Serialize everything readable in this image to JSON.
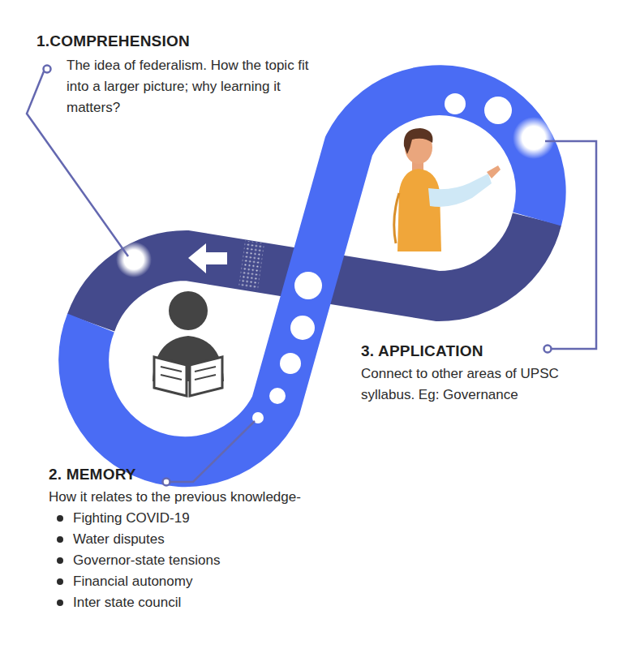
{
  "diagram": {
    "labels": [
      "1.COMPREHENSION",
      "The idea of federalism. How the topic fit into a larger picture; why learning it matters?",
      "3. APPLICATION",
      "Connect to other areas of UPSC syllabus. Eg: Governance",
      "2. MEMORY",
      "How it relates to the previous knowledge-",
      "Fighting COVID-19",
      "Water disputes",
      "Governor-state tensions",
      "Financial autonomy",
      "Inter state council"
    ]
  }
}
